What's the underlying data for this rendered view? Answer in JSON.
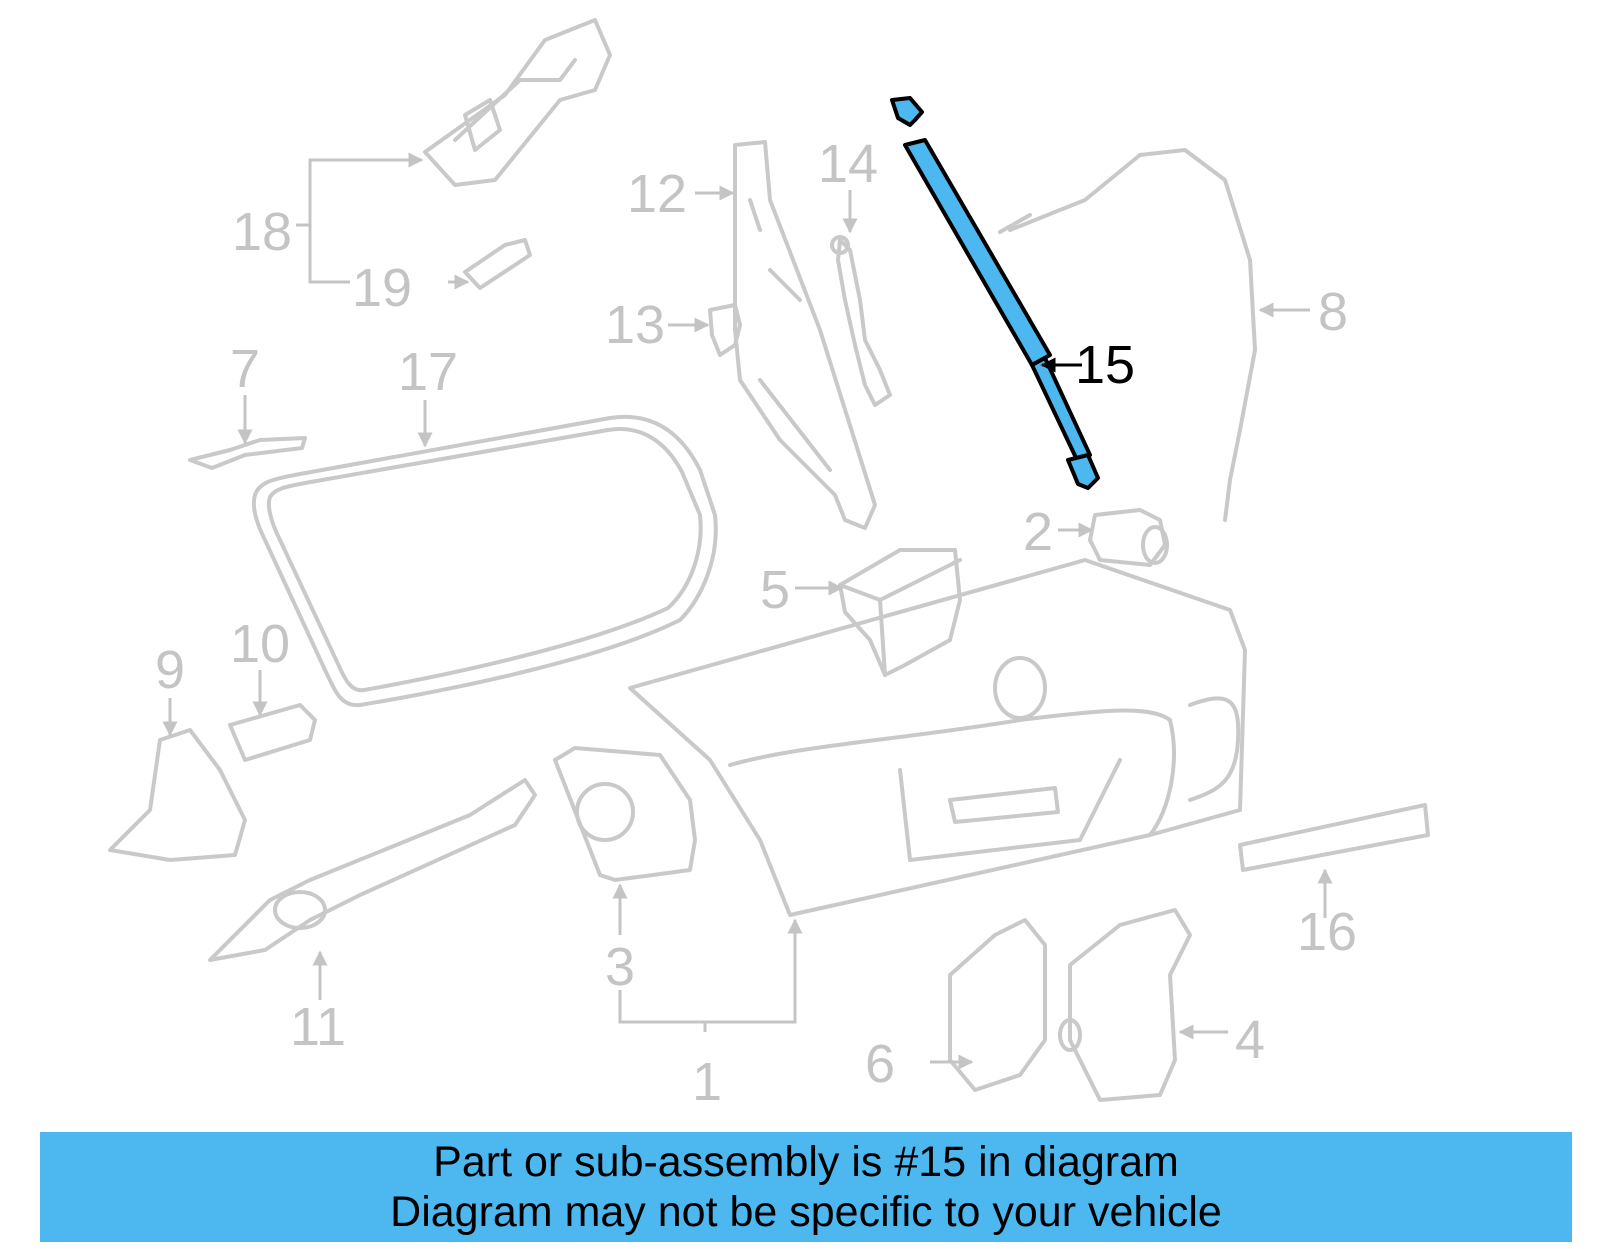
{
  "callouts": {
    "c1": "1",
    "c2": "2",
    "c3": "3",
    "c4": "4",
    "c5": "5",
    "c6": "6",
    "c7": "7",
    "c8": "8",
    "c9": "9",
    "c10": "10",
    "c11": "11",
    "c12": "12",
    "c13": "13",
    "c14": "14",
    "c15": "15",
    "c16": "16",
    "c17": "17",
    "c18": "18",
    "c19": "19"
  },
  "highlight": {
    "part": "15",
    "color": "#4db8f0"
  },
  "colors": {
    "banner": "#4db8f0",
    "inactive": "#c4c4c4",
    "active": "#000000"
  },
  "caption": {
    "line1": "Part or sub-assembly is #15 in diagram",
    "line2": "Diagram may not be specific to your vehicle"
  }
}
